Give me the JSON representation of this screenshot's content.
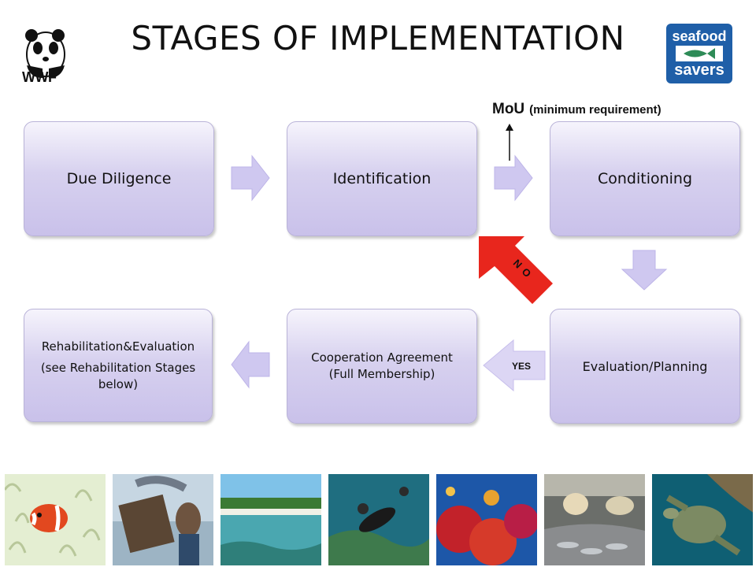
{
  "header": {
    "title": "STAGES OF IMPLEMENTATION",
    "wwf_logo": "WWF",
    "seafood_logo": {
      "line1": "seafood",
      "line2": "savers"
    }
  },
  "annotation": {
    "mou": "MoU",
    "mou_note": "(minimum requirement)"
  },
  "stages": {
    "due_diligence": "Due Diligence",
    "identification": "Identification",
    "conditioning": "Conditioning",
    "evaluation": "Evaluation/Planning",
    "cooperation_line1": "Cooperation Agreement",
    "cooperation_line2": "(Full Membership)",
    "rehab_line1": "Rehabilitation&Evaluation",
    "rehab_line2": "(see Rehabilitation Stages below)"
  },
  "arrows": {
    "yes": "YES",
    "no": "NO"
  },
  "colors": {
    "box_fill": "#d7d1ef",
    "connector": "#c8c0ee",
    "no_arrow": "#e8261d",
    "logo_blue": "#1f5fa8"
  },
  "photos": [
    "clownfish-photo",
    "fisherman-photo",
    "beach-photo",
    "diver-photo",
    "coral-photo",
    "fishing-boat-photo",
    "turtle-photo"
  ]
}
